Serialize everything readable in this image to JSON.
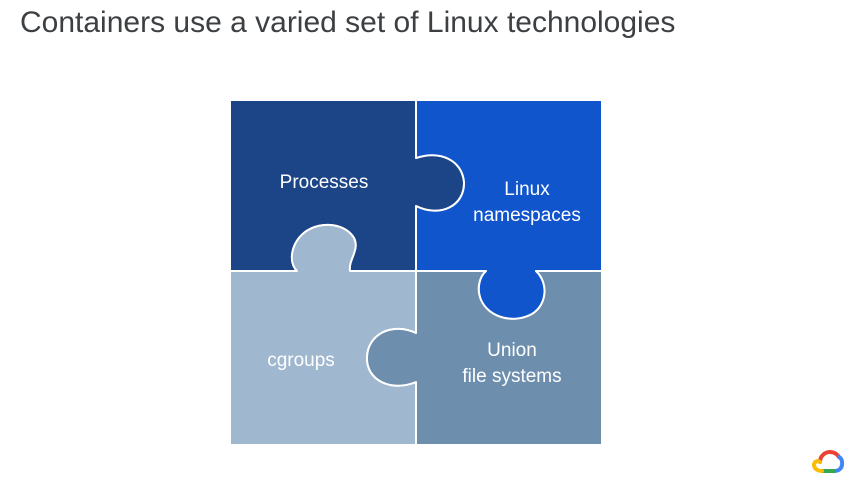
{
  "slide": {
    "title": "Containers use a varied set of Linux technologies"
  },
  "puzzle": {
    "pieces": [
      {
        "id": "processes",
        "lines": [
          "Processes"
        ],
        "color": "#1c4587"
      },
      {
        "id": "namespaces",
        "lines": [
          "Linux",
          "namespaces"
        ],
        "color": "#1155cc"
      },
      {
        "id": "cgroups",
        "lines": [
          "cgroups"
        ],
        "color": "#9fb7cf"
      },
      {
        "id": "union",
        "lines": [
          "Union",
          "file systems"
        ],
        "color": "#6d8ead"
      }
    ],
    "seam_color": "#ffffff",
    "text_color": "#ffffff"
  },
  "logo": {
    "icon": "google-cloud-icon",
    "colors": [
      "#ea4335",
      "#4285f4",
      "#34a853",
      "#fbbc04"
    ]
  }
}
